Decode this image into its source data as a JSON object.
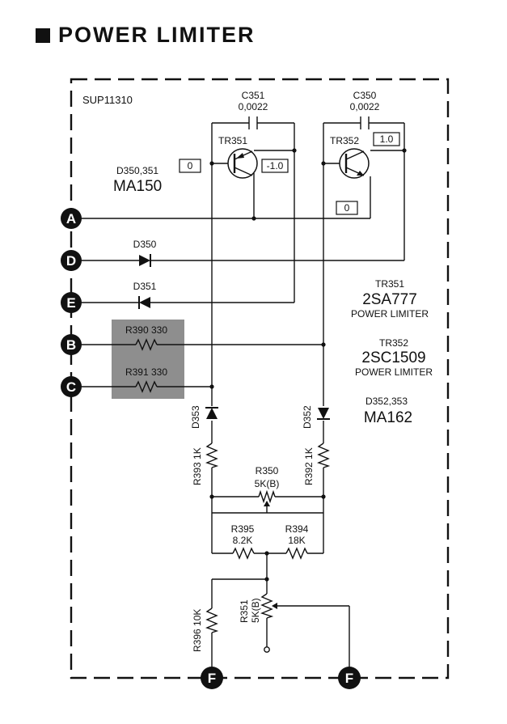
{
  "title": "POWER LIMITER",
  "board": "SUP11310",
  "terminals": {
    "a": "A",
    "b": "B",
    "c": "C",
    "d": "D",
    "e": "E",
    "f": "F"
  },
  "capacitors": {
    "c351": {
      "ref": "C351",
      "value": "0,0022"
    },
    "c350": {
      "ref": "C350",
      "value": "0,0022"
    }
  },
  "transistors": {
    "tr351": {
      "ref": "TR351",
      "part": "2SA777",
      "desc": "POWER LIMITER"
    },
    "tr352": {
      "ref": "TR352",
      "part": "2SC1509",
      "desc": "POWER LIMITER"
    }
  },
  "diodes": {
    "d350_351": {
      "ref": "D350,351",
      "part": "MA150"
    },
    "d352_353": {
      "ref": "D352,353",
      "part": "MA162"
    },
    "d350": "D350",
    "d351": "D351",
    "d352": "D352",
    "d353": "D353"
  },
  "voltages": {
    "v_base351": "0",
    "v_emitter351": "-1.0",
    "v_emitter352": "1.0",
    "v_base352": "0"
  },
  "resistors": {
    "r390": "R390 330",
    "r391": "R391 330",
    "r393": "R393 1K",
    "r392": "R392 1K",
    "r350": {
      "ref": "R350",
      "value": "5K(B)"
    },
    "r395": {
      "ref": "R395",
      "value": "8.2K"
    },
    "r394": {
      "ref": "R394",
      "value": "18K"
    },
    "r396": "R396 10K",
    "r351": {
      "ref": "R351",
      "value": "5K(B)"
    }
  }
}
